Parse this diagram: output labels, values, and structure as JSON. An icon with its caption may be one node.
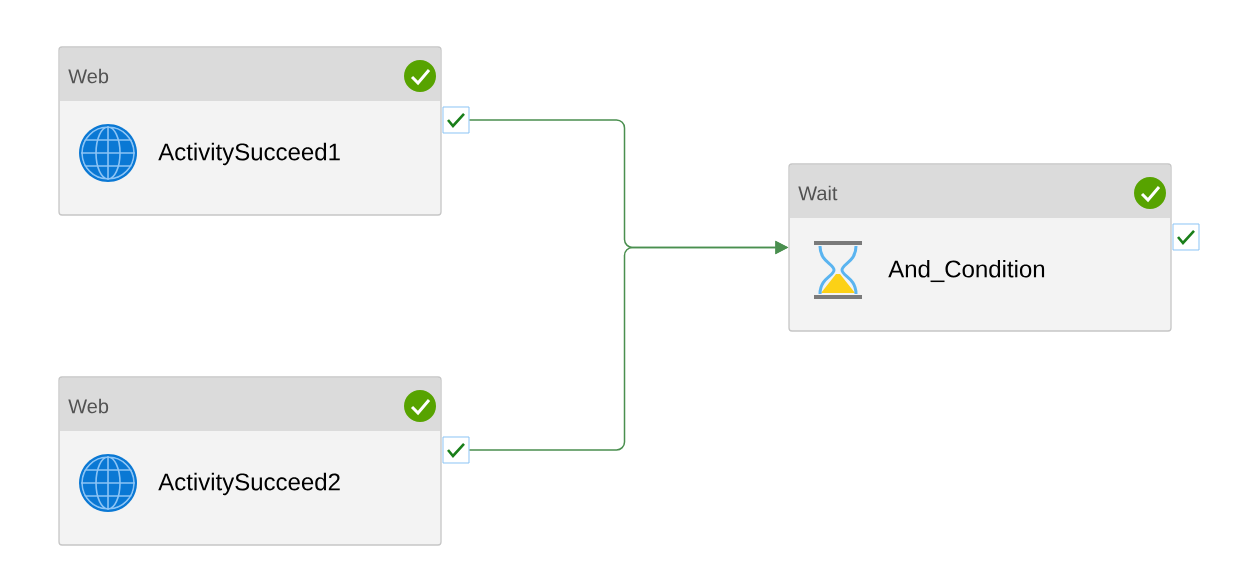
{
  "diagram": {
    "nodes": [
      {
        "text": [
          "Web",
          "ActivitySucceed1"
        ]
      },
      {
        "text": [],
        "shape": "box"
      },
      {
        "text": [
          "Web",
          "ActivitySucceed2"
        ]
      },
      {
        "text": [],
        "shape": "box"
      },
      {
        "text": [
          "Wait",
          "And_Condition"
        ]
      },
      {
        "text": [],
        "shape": "box"
      }
    ],
    "edges": [
      {
        "from": 1,
        "to": 4,
        "arrow": "to"
      },
      {
        "from": 3,
        "to": 4,
        "arrow": "to"
      }
    ]
  }
}
